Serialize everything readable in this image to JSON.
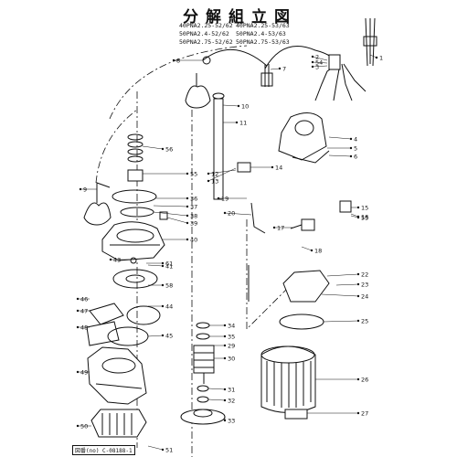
{
  "title": "分解組立図",
  "models": [
    [
      "40PNA2.25-52/62",
      "40PNA2.25-53/63"
    ],
    [
      "50PNA2.4-52/62",
      "50PNA2.4-53/63"
    ],
    [
      "50PNA2.75-52/62",
      "50PNA2.75-53/63"
    ]
  ],
  "drawing_no": "図番(no) C-08188-1",
  "callouts": [
    "1",
    "2",
    "3",
    "4",
    "5",
    "6",
    "7",
    "8",
    "9",
    "10",
    "11",
    "12",
    "13",
    "14",
    "15",
    "16",
    "17",
    "18",
    "19",
    "20",
    "22",
    "23",
    "24",
    "25",
    "26",
    "27",
    "29",
    "30",
    "31",
    "32",
    "33",
    "34",
    "35",
    "36",
    "37",
    "38",
    "39",
    "40",
    "41",
    "43",
    "44",
    "45",
    "46",
    "47",
    "48",
    "49",
    "50",
    "51",
    "53",
    "54",
    "55",
    "56",
    "58",
    "61"
  ],
  "colors": {
    "ink": "#111111",
    "shade": "#444444"
  }
}
